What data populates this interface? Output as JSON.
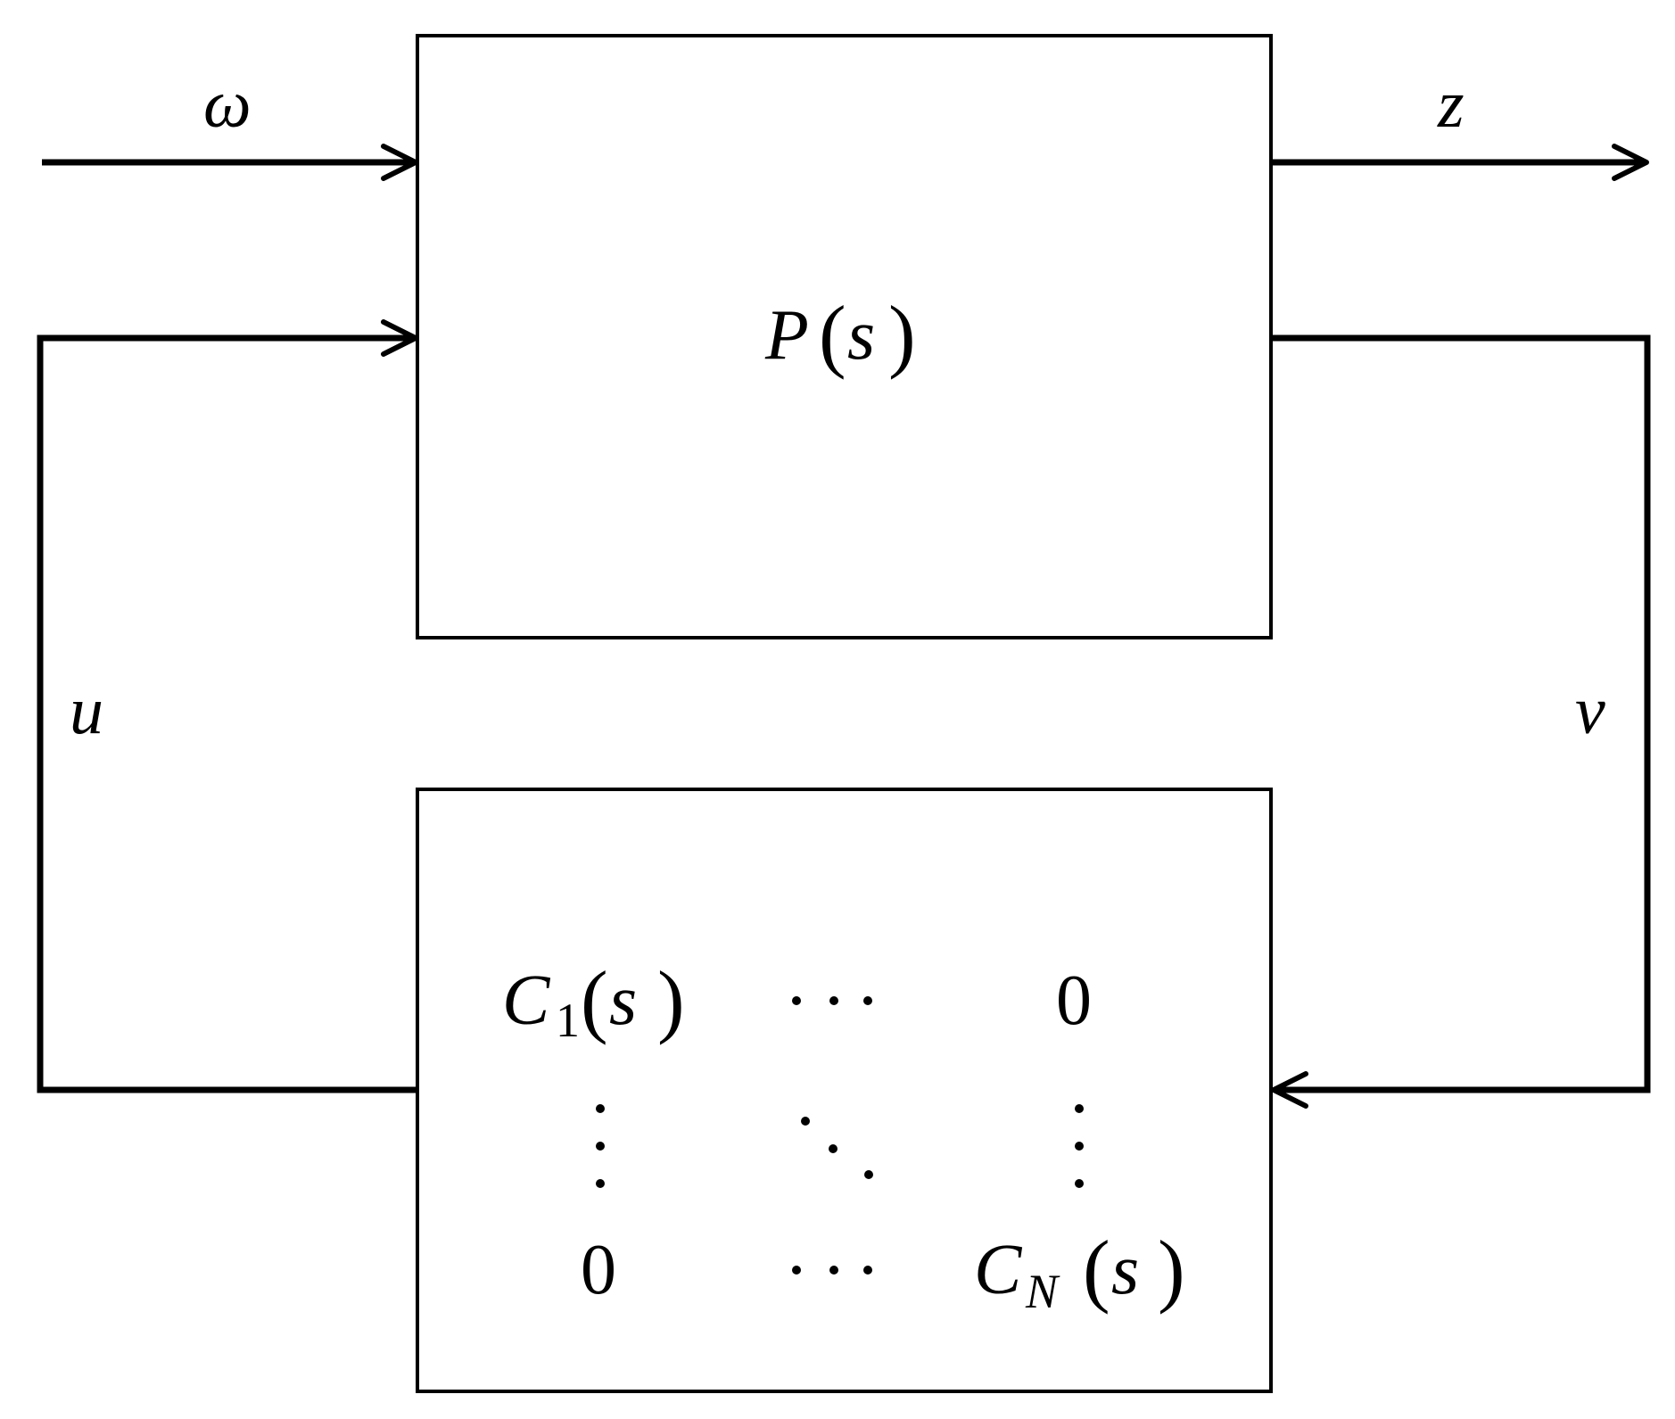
{
  "signals": {
    "disturbance": "ω",
    "performance_output": "z",
    "control_input": "u",
    "measured_output": "v"
  },
  "plant": {
    "symbol": "P",
    "open_paren": "(",
    "argument": "s",
    "close_paren": ")"
  },
  "controller": {
    "c1": {
      "symbol": "C",
      "subscript": "1",
      "argument": "s"
    },
    "cn": {
      "symbol": "C",
      "subscript": "N",
      "argument": "s"
    },
    "zero_top_right": "0",
    "zero_bottom_left": "0",
    "paren_open": "(",
    "paren_close": ")"
  }
}
